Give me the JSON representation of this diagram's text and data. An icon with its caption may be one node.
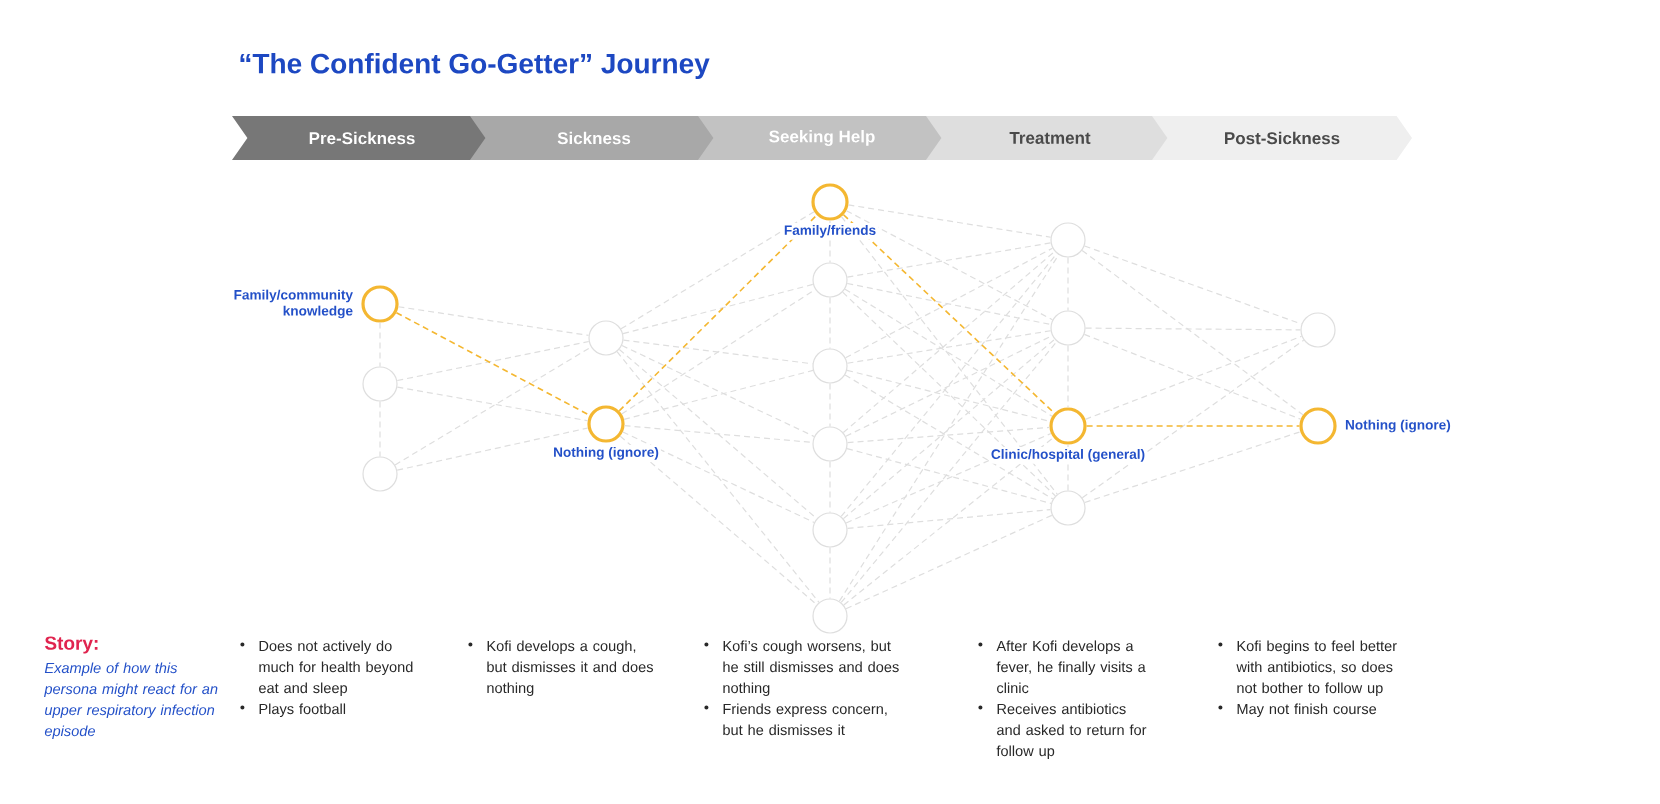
{
  "diagram": {
    "title": "“The Confident Go-Getter” Journey",
    "nodes": [
      {
        "text": [],
        "shape": "circle",
        "beside": [
          "Family/community knowledge"
        ]
      },
      {
        "text": [],
        "shape": "circle"
      },
      {
        "text": [],
        "shape": "circle"
      },
      {
        "text": [],
        "shape": "circle"
      },
      {
        "text": [],
        "shape": "circle",
        "beside": [
          "Nothing (ignore)"
        ]
      },
      {
        "text": [],
        "shape": "circle",
        "beside": [
          "Family/friends"
        ]
      },
      {
        "text": [],
        "shape": "circle"
      },
      {
        "text": [],
        "shape": "circle"
      },
      {
        "text": [],
        "shape": "circle"
      },
      {
        "text": [],
        "shape": "circle"
      },
      {
        "text": [],
        "shape": "circle"
      },
      {
        "text": [],
        "shape": "circle"
      },
      {
        "text": [],
        "shape": "circle"
      },
      {
        "text": [],
        "shape": "circle",
        "beside": [
          "Clinic/hospital (general)"
        ]
      },
      {
        "text": [],
        "shape": "circle"
      },
      {
        "text": [],
        "shape": "circle"
      },
      {
        "text": [],
        "shape": "circle",
        "beside": [
          "Nothing (ignore)"
        ]
      }
    ],
    "edges": [
      {
        "from": 0,
        "to": 1,
        "arrow": "none",
        "style": "dashed"
      },
      {
        "from": 1,
        "to": 2,
        "arrow": "none",
        "style": "dashed"
      },
      {
        "from": 5,
        "to": 6,
        "arrow": "none",
        "style": "dashed"
      },
      {
        "from": 6,
        "to": 7,
        "arrow": "none",
        "style": "dashed"
      },
      {
        "from": 7,
        "to": 8,
        "arrow": "none",
        "style": "dashed"
      },
      {
        "from": 8,
        "to": 9,
        "arrow": "none",
        "style": "dashed"
      },
      {
        "from": 9,
        "to": 10,
        "arrow": "none",
        "style": "dashed"
      },
      {
        "from": 11,
        "to": 12,
        "arrow": "none",
        "style": "dashed"
      },
      {
        "from": 12,
        "to": 13,
        "arrow": "none",
        "style": "dashed"
      },
      {
        "from": 13,
        "to": 14,
        "arrow": "none",
        "style": "dashed"
      },
      {
        "from": 0,
        "to": 3,
        "arrow": "none",
        "style": "dashed"
      },
      {
        "from": 0,
        "to": 4,
        "arrow": "none",
        "style": "dashed",
        "color": "#f4b731"
      },
      {
        "from": 1,
        "to": 3,
        "arrow": "none",
        "style": "dashed"
      },
      {
        "from": 1,
        "to": 4,
        "arrow": "none",
        "style": "dashed"
      },
      {
        "from": 2,
        "to": 3,
        "arrow": "none",
        "style": "dashed"
      },
      {
        "from": 2,
        "to": 4,
        "arrow": "none",
        "style": "dashed"
      },
      {
        "from": 3,
        "to": 5,
        "arrow": "none",
        "style": "dashed"
      },
      {
        "from": 3,
        "to": 6,
        "arrow": "none",
        "style": "dashed"
      },
      {
        "from": 3,
        "to": 7,
        "arrow": "none",
        "style": "dashed"
      },
      {
        "from": 3,
        "to": 8,
        "arrow": "none",
        "style": "dashed"
      },
      {
        "from": 3,
        "to": 9,
        "arrow": "none",
        "style": "dashed"
      },
      {
        "from": 3,
        "to": 10,
        "arrow": "none",
        "style": "dashed"
      },
      {
        "from": 4,
        "to": 5,
        "arrow": "none",
        "style": "dashed",
        "color": "#f4b731"
      },
      {
        "from": 4,
        "to": 6,
        "arrow": "none",
        "style": "dashed"
      },
      {
        "from": 4,
        "to": 7,
        "arrow": "none",
        "style": "dashed"
      },
      {
        "from": 4,
        "to": 8,
        "arrow": "none",
        "style": "dashed"
      },
      {
        "from": 4,
        "to": 9,
        "arrow": "none",
        "style": "dashed"
      },
      {
        "from": 4,
        "to": 10,
        "arrow": "none",
        "style": "dashed"
      },
      {
        "from": 5,
        "to": 11,
        "arrow": "none",
        "style": "dashed"
      },
      {
        "from": 5,
        "to": 12,
        "arrow": "none",
        "style": "dashed"
      },
      {
        "from": 5,
        "to": 13,
        "arrow": "none",
        "style": "dashed",
        "color": "#f4b731"
      },
      {
        "from": 5,
        "to": 14,
        "arrow": "none",
        "style": "dashed"
      },
      {
        "from": 6,
        "to": 11,
        "arrow": "none",
        "style": "dashed"
      },
      {
        "from": 6,
        "to": 12,
        "arrow": "none",
        "style": "dashed"
      },
      {
        "from": 6,
        "to": 13,
        "arrow": "none",
        "style": "dashed"
      },
      {
        "from": 6,
        "to": 14,
        "arrow": "none",
        "style": "dashed"
      },
      {
        "from": 7,
        "to": 11,
        "arrow": "none",
        "style": "dashed"
      },
      {
        "from": 7,
        "to": 12,
        "arrow": "none",
        "style": "dashed"
      },
      {
        "from": 7,
        "to": 13,
        "arrow": "none",
        "style": "dashed"
      },
      {
        "from": 7,
        "to": 14,
        "arrow": "none",
        "style": "dashed"
      },
      {
        "from": 8,
        "to": 11,
        "arrow": "none",
        "style": "dashed"
      },
      {
        "from": 8,
        "to": 12,
        "arrow": "none",
        "style": "dashed"
      },
      {
        "from": 8,
        "to": 13,
        "arrow": "none",
        "style": "dashed"
      },
      {
        "from": 8,
        "to": 14,
        "arrow": "none",
        "style": "dashed"
      },
      {
        "from": 9,
        "to": 11,
        "arrow": "none",
        "style": "dashed"
      },
      {
        "from": 9,
        "to": 12,
        "arrow": "none",
        "style": "dashed"
      },
      {
        "from": 9,
        "to": 13,
        "arrow": "none",
        "style": "dashed"
      },
      {
        "from": 9,
        "to": 14,
        "arrow": "none",
        "style": "dashed"
      },
      {
        "from": 10,
        "to": 11,
        "arrow": "none",
        "style": "dashed"
      },
      {
        "from": 10,
        "to": 12,
        "arrow": "none",
        "style": "dashed"
      },
      {
        "from": 10,
        "to": 13,
        "arrow": "none",
        "style": "dashed"
      },
      {
        "from": 10,
        "to": 14,
        "arrow": "none",
        "style": "dashed"
      },
      {
        "from": 11,
        "to": 15,
        "arrow": "none",
        "style": "dashed"
      },
      {
        "from": 11,
        "to": 16,
        "arrow": "none",
        "style": "dashed"
      },
      {
        "from": 12,
        "to": 15,
        "arrow": "none",
        "style": "dashed"
      },
      {
        "from": 12,
        "to": 16,
        "arrow": "none",
        "style": "dashed"
      },
      {
        "from": 13,
        "to": 15,
        "arrow": "none",
        "style": "dashed"
      },
      {
        "from": 13,
        "to": 16,
        "arrow": "none",
        "style": "dashed",
        "color": "#f4b731"
      },
      {
        "from": 14,
        "to": 15,
        "arrow": "none",
        "style": "dashed"
      },
      {
        "from": 14,
        "to": 16,
        "arrow": "none",
        "style": "dashed"
      }
    ],
    "labels": [
      "Pre-Sickness",
      "Sickness",
      "Seeking Help",
      "Treatment",
      "Post-Sickness",
      "Story:",
      "Example of how this persona might react for an upper respiratory infection episode",
      "Does not actively do much for health beyond eat and sleep",
      "Plays football",
      "Kofi develops a cough, but dismisses it and does nothing",
      "Kofi’s cough worsens, but he still dismisses and does nothing",
      "Friends express concern, but he dismisses it",
      "After Kofi develops a fever, he finally visits a clinic",
      "Receives antibiotics and asked to return for follow up",
      "Kofi begins to feel better with antibiotics, so does not bother to follow up",
      "May not finish course"
    ]
  }
}
